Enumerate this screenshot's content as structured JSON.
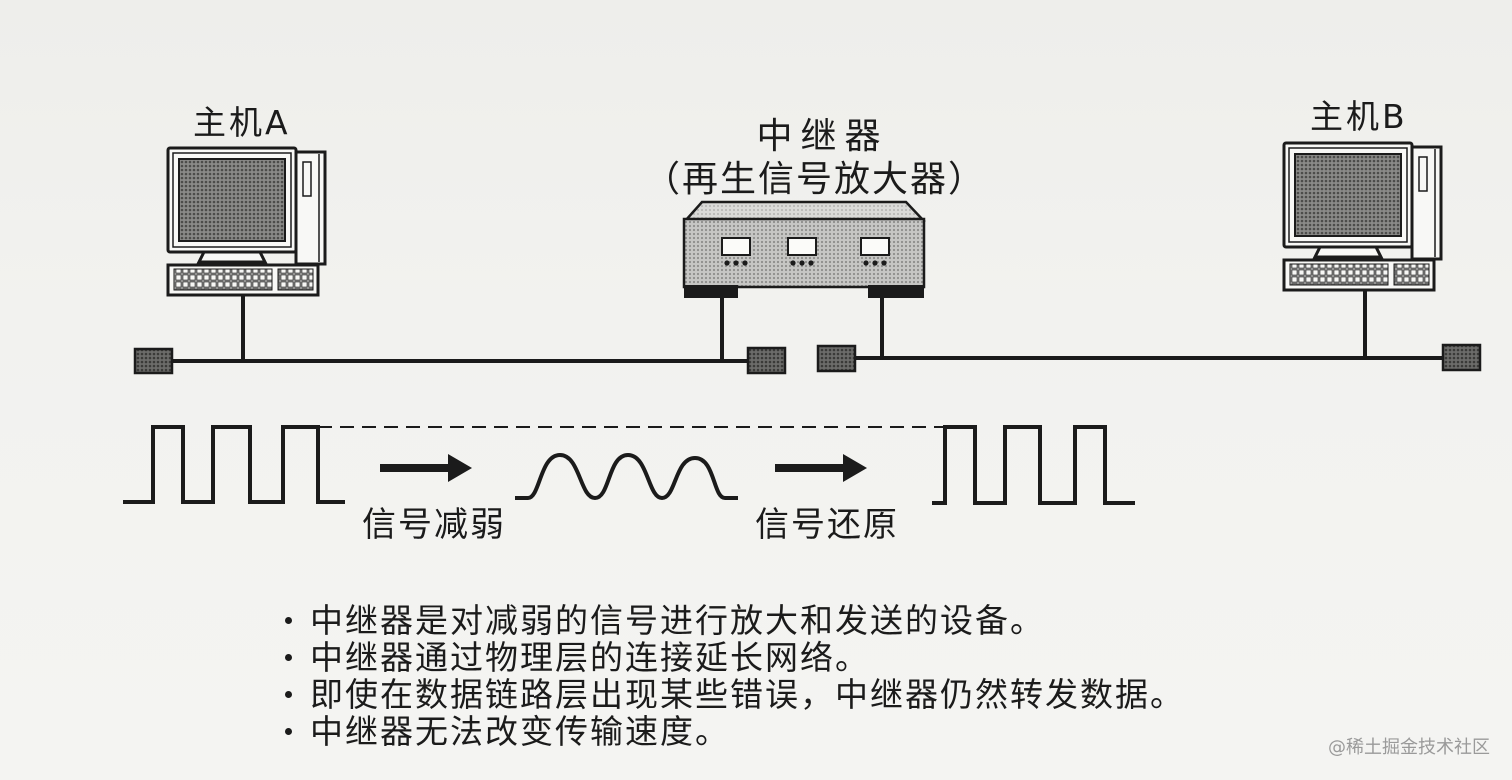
{
  "diagram": {
    "host_a": {
      "label": "主机A"
    },
    "host_b": {
      "label": "主机B"
    },
    "repeater": {
      "title": "中继器",
      "subtitle": "（再生信号放大器）"
    },
    "signal": {
      "weakened_label": "信号减弱",
      "restored_label": "信号还原"
    }
  },
  "notes": [
    "中继器是对减弱的信号进行放大和发送的设备。",
    "中继器通过物理层的连接延长网络。",
    "即使在数据链路层出现某些错误，中继器仍然转发数据。",
    "中继器无法改变传输速度。"
  ],
  "watermark": "@稀土掘金技术社区",
  "icons": {
    "host_a": "desktop-computer-icon",
    "host_b": "desktop-computer-icon",
    "repeater": "repeater-device-icon"
  },
  "colors": {
    "paper": "#f2f2ef",
    "ink": "#1b1b1b",
    "watermark": "#9a9a9a"
  }
}
